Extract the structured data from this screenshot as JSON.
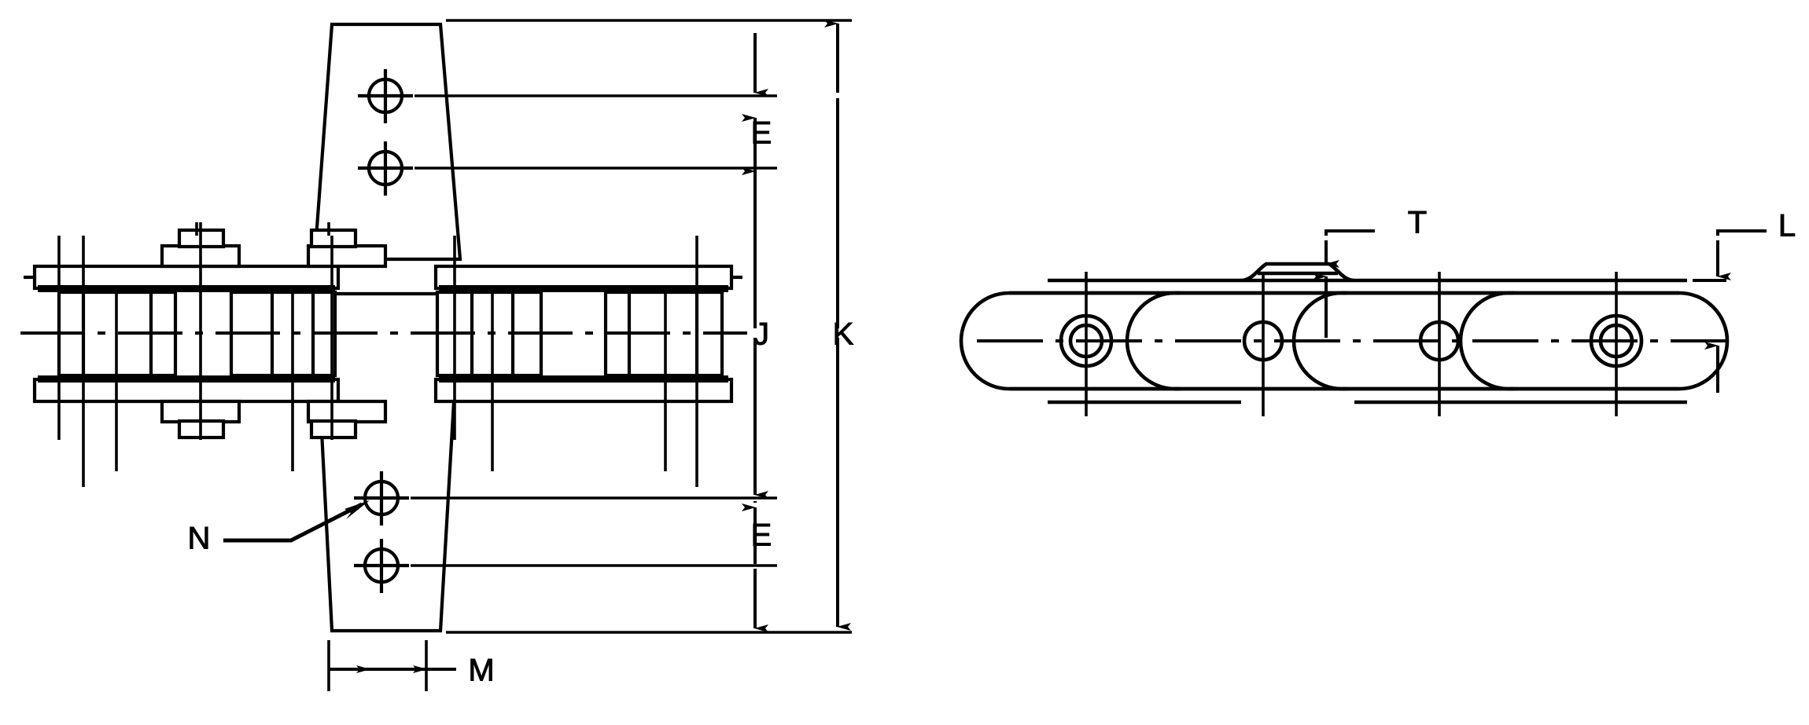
{
  "drawing": {
    "title": "Conveyor Chain Attachment Dimensional Drawing",
    "background_color": "#ffffff",
    "line_color": "#000000",
    "views": [
      {
        "name": "front-section-view",
        "description": "Plan / section view of chain with K-attachment wings, showing pin, bushing, roller and sideplates"
      },
      {
        "name": "side-elevation-view",
        "description": "Side elevation of chain links showing four pin holes, two outer and two inner link plates and raised attachment pad"
      }
    ]
  },
  "dimensions": {
    "E_upper": {
      "label": "E",
      "view": "front-section-view",
      "note": "hole spacing upper wing"
    },
    "E_lower": {
      "label": "E",
      "view": "front-section-view",
      "note": "hole spacing lower wing"
    },
    "J": {
      "label": "J",
      "view": "front-section-view",
      "note": "inner span between inner attachment holes"
    },
    "K": {
      "label": "K",
      "view": "front-section-view",
      "note": "overall height of attachment"
    },
    "M": {
      "label": "M",
      "view": "front-section-view",
      "note": "width of attachment wing at tip"
    },
    "N": {
      "label": "N",
      "view": "front-section-view",
      "note": "attachment hole diameter callout"
    },
    "T": {
      "label": "T",
      "view": "side-elevation-view",
      "note": "thickness of attachment pad"
    },
    "L": {
      "label": "L",
      "view": "side-elevation-view",
      "note": "link plate height above centerline"
    }
  },
  "features": {
    "attachment_holes": 4,
    "pin_holes_side_view": 4,
    "rollers_front_view": 4,
    "centerline_style": "dash-dot"
  }
}
